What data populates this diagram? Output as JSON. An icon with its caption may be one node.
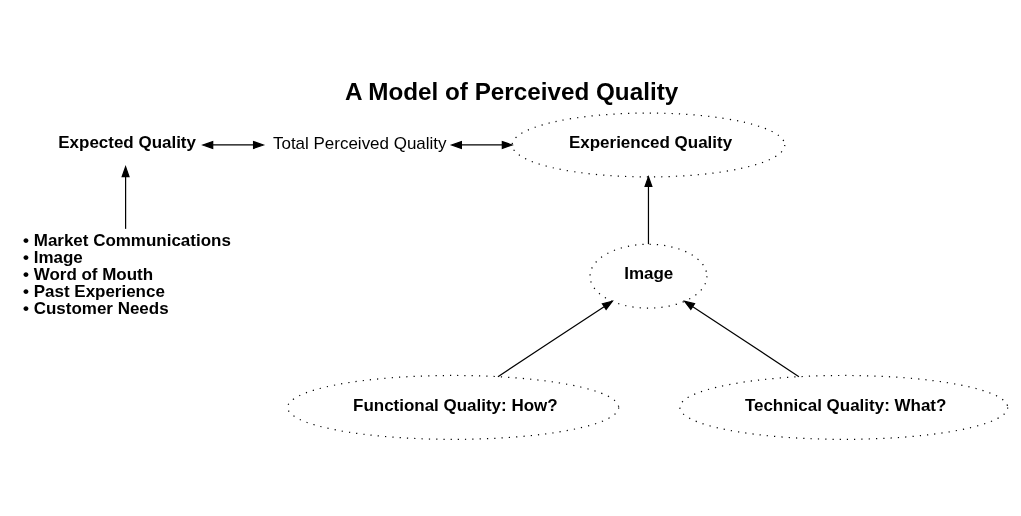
{
  "diagram": {
    "title": "A Model of Perceived Quality",
    "nodes": [
      {
        "text": [
          "Expected Quality"
        ]
      },
      {
        "text": [
          "Total Perceived Quality"
        ]
      },
      {
        "text": [
          "Experienced Quality"
        ]
      },
      {
        "text": [
          "Image"
        ]
      },
      {
        "text": [
          "Functional Quality: How?"
        ]
      },
      {
        "text": [
          "Technical Quality: What?"
        ]
      },
      {
        "text": [
          "• Market Communications",
          "• Image",
          "• Word of Mouth",
          "• Past Experience",
          "• Customer Needs"
        ]
      }
    ],
    "edges": [
      {
        "from": 0,
        "to": 1,
        "arrow": "both"
      },
      {
        "from": 1,
        "to": 2,
        "arrow": "both"
      },
      {
        "from": 6,
        "to": 0,
        "arrow": "to"
      },
      {
        "from": 3,
        "to": 2,
        "arrow": "to"
      },
      {
        "from": 4,
        "to": 3,
        "arrow": "to"
      },
      {
        "from": 5,
        "to": 3,
        "arrow": "to"
      }
    ]
  }
}
